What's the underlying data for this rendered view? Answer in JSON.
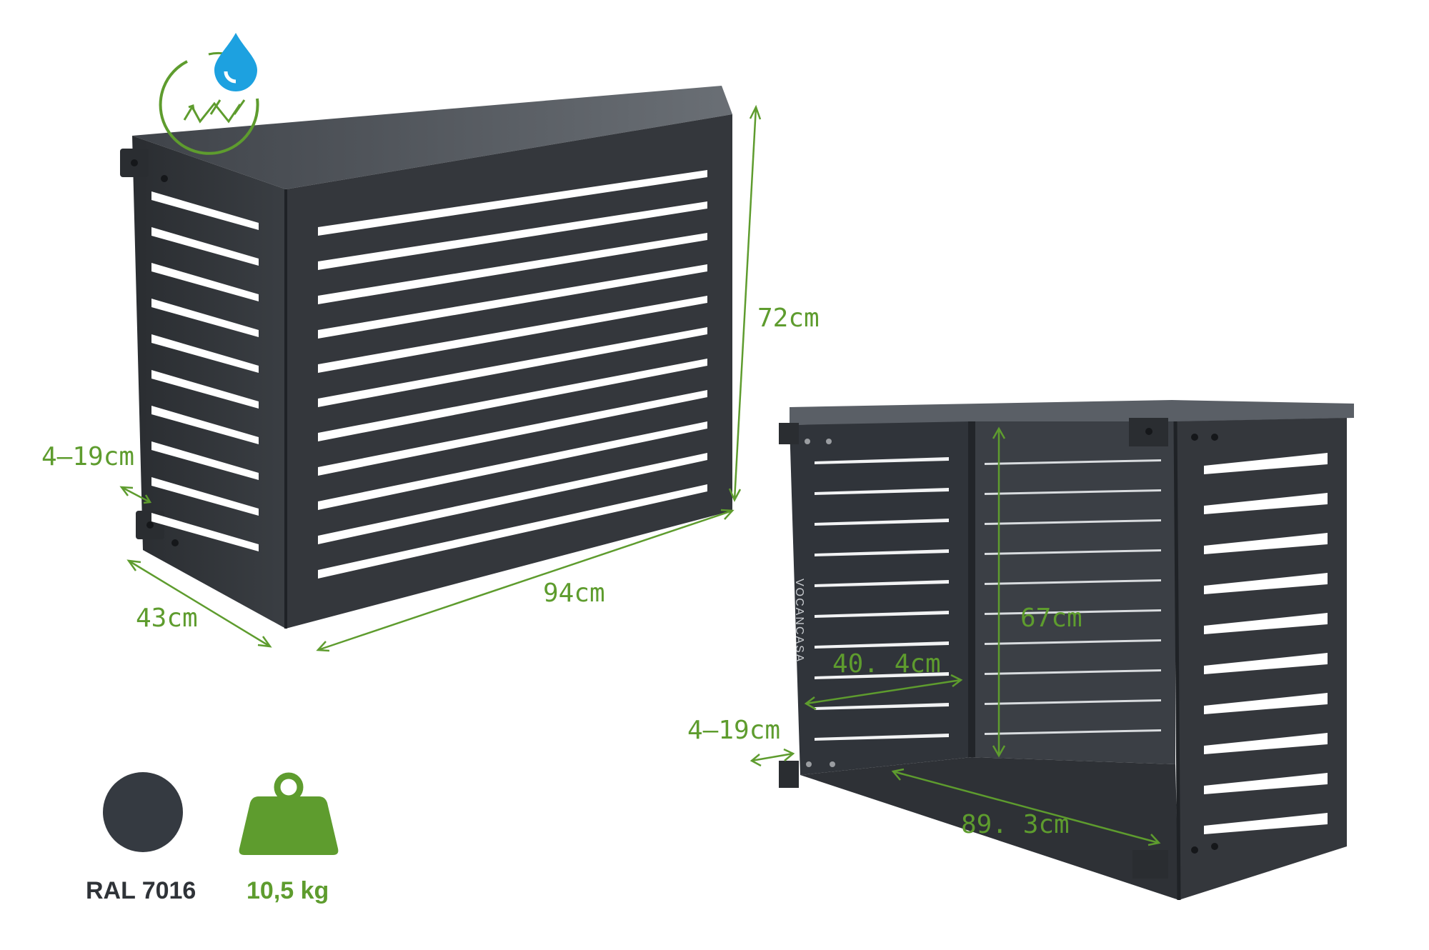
{
  "colors": {
    "accent": "#5e9c2e",
    "steel": "#3a3d42",
    "steel_dark": "#2c2f33",
    "steel_light": "#4a4e54",
    "water": "#1da1e0",
    "swatch": "#353a41"
  },
  "icons": [
    "water-resistant-badge-icon",
    "weight-icon",
    "color-swatch-icon"
  ],
  "front_view": {
    "dim_height": "72cm",
    "dim_width": "94cm",
    "dim_depth": "43cm",
    "dim_feet": "4–19cm"
  },
  "inner_view": {
    "dim_inner_height": "67cm",
    "dim_inner_depth": "40. 4cm",
    "dim_inner_width": "89. 3cm",
    "dim_feet": "4–19cm",
    "brand_stamp": "VOCANCASA"
  },
  "legend": {
    "color_label": "RAL 7016",
    "weight_label": "10,5 kg"
  }
}
